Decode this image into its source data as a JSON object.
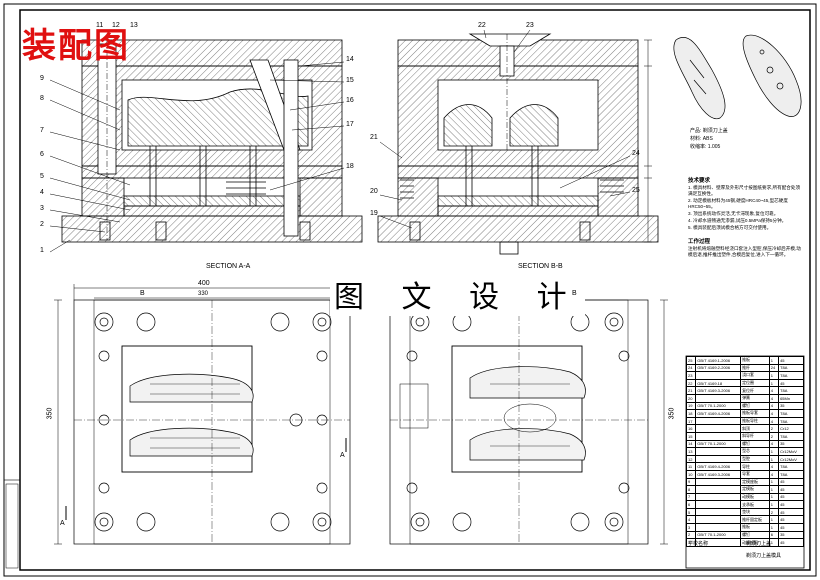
{
  "title_red": "装配图",
  "watermark": "图 文 设 计",
  "section_labels": {
    "aa": "SECTION A-A",
    "bb": "SECTION B-B",
    "a_mark": "A",
    "b_mark": "B"
  },
  "callouts_left": [
    "11",
    "12",
    "13",
    "14",
    "15",
    "16",
    "17",
    "18",
    "9",
    "8",
    "7",
    "6",
    "5",
    "4",
    "3",
    "2",
    "1"
  ],
  "callouts_right": [
    "22",
    "23",
    "21",
    "24",
    "20",
    "25",
    "19"
  ],
  "dimensions": {
    "top_400": "400",
    "top_330": "330",
    "left_350": "350",
    "right_350": "350"
  },
  "material_info": [
    "产品: 剃须刀上盖",
    "材料: ABS",
    "收缩率: 1.005"
  ],
  "notes": {
    "tech_title": "技术要求",
    "tech": [
      "1. 模具材料、壁厚及外形尺寸按图纸要求,所有配合处须满足互换性。",
      "2. 动定模板材料为45钢,硬度HRC40~45,型芯硬度HRC50~55。",
      "3. 顶出系统动作灵活,无卡滞现象,复位可靠。",
      "4. 冷却水道畅通无渗漏,试压0.5MPa保持5分钟。",
      "5. 模具装配后须试模合格方可交付使用。"
    ],
    "work_title": "工作过程",
    "work": "注射机将熔融塑料经浇口套注入型腔,保压冷却后开模,动模后退,推杆推出塑件,合模后复位,进入下一循环。"
  },
  "bom_rows": [
    [
      "25",
      "GB/T 4169.1-2006",
      "推板",
      "1",
      "45"
    ],
    [
      "24",
      "GB/T 4169.2-2006",
      "推杆",
      "24",
      "T8A"
    ],
    [
      "23",
      "",
      "浇口套",
      "1",
      "T8A"
    ],
    [
      "22",
      "GB/T 4169.18",
      "定位圈",
      "1",
      "45"
    ],
    [
      "21",
      "GB/T 4169.3-2006",
      "复位杆",
      "4",
      "T8A"
    ],
    [
      "20",
      "",
      "弹簧",
      "4",
      "65Mn"
    ],
    [
      "19",
      "GB/T 70.1-2000",
      "螺钉",
      "4",
      "35"
    ],
    [
      "18",
      "GB/T 4169.4-2006",
      "推板导套",
      "4",
      "T8A"
    ],
    [
      "17",
      "",
      "推板导柱",
      "4",
      "T8A"
    ],
    [
      "16",
      "",
      "斜顶",
      "2",
      "Cr12"
    ],
    [
      "15",
      "",
      "斜导杆",
      "2",
      "T8A"
    ],
    [
      "14",
      "GB/T 70.1-2000",
      "螺钉",
      "4",
      "35"
    ],
    [
      "13",
      "",
      "型芯",
      "1",
      "Cr12MoV"
    ],
    [
      "12",
      "",
      "型腔",
      "1",
      "Cr12MoV"
    ],
    [
      "11",
      "GB/T 4169.4-2006",
      "导柱",
      "4",
      "T8A"
    ],
    [
      "10",
      "GB/T 4169.3-2006",
      "导套",
      "4",
      "T8A"
    ],
    [
      "9",
      "",
      "定模座板",
      "1",
      "45"
    ],
    [
      "8",
      "",
      "定模板",
      "1",
      "45"
    ],
    [
      "7",
      "",
      "动模板",
      "1",
      "45"
    ],
    [
      "6",
      "",
      "支承板",
      "1",
      "45"
    ],
    [
      "5",
      "",
      "垫块",
      "2",
      "45"
    ],
    [
      "4",
      "",
      "推杆固定板",
      "1",
      "45"
    ],
    [
      "3",
      "",
      "推板",
      "1",
      "45"
    ],
    [
      "2",
      "GB/T 70.1-2000",
      "螺钉",
      "6",
      "35"
    ],
    [
      "1",
      "",
      "动模座板",
      "1",
      "45"
    ]
  ],
  "title_block": {
    "school": "学校名称",
    "drawing": "剃须刀上盖",
    "name": "剃须刀上盖模具"
  }
}
